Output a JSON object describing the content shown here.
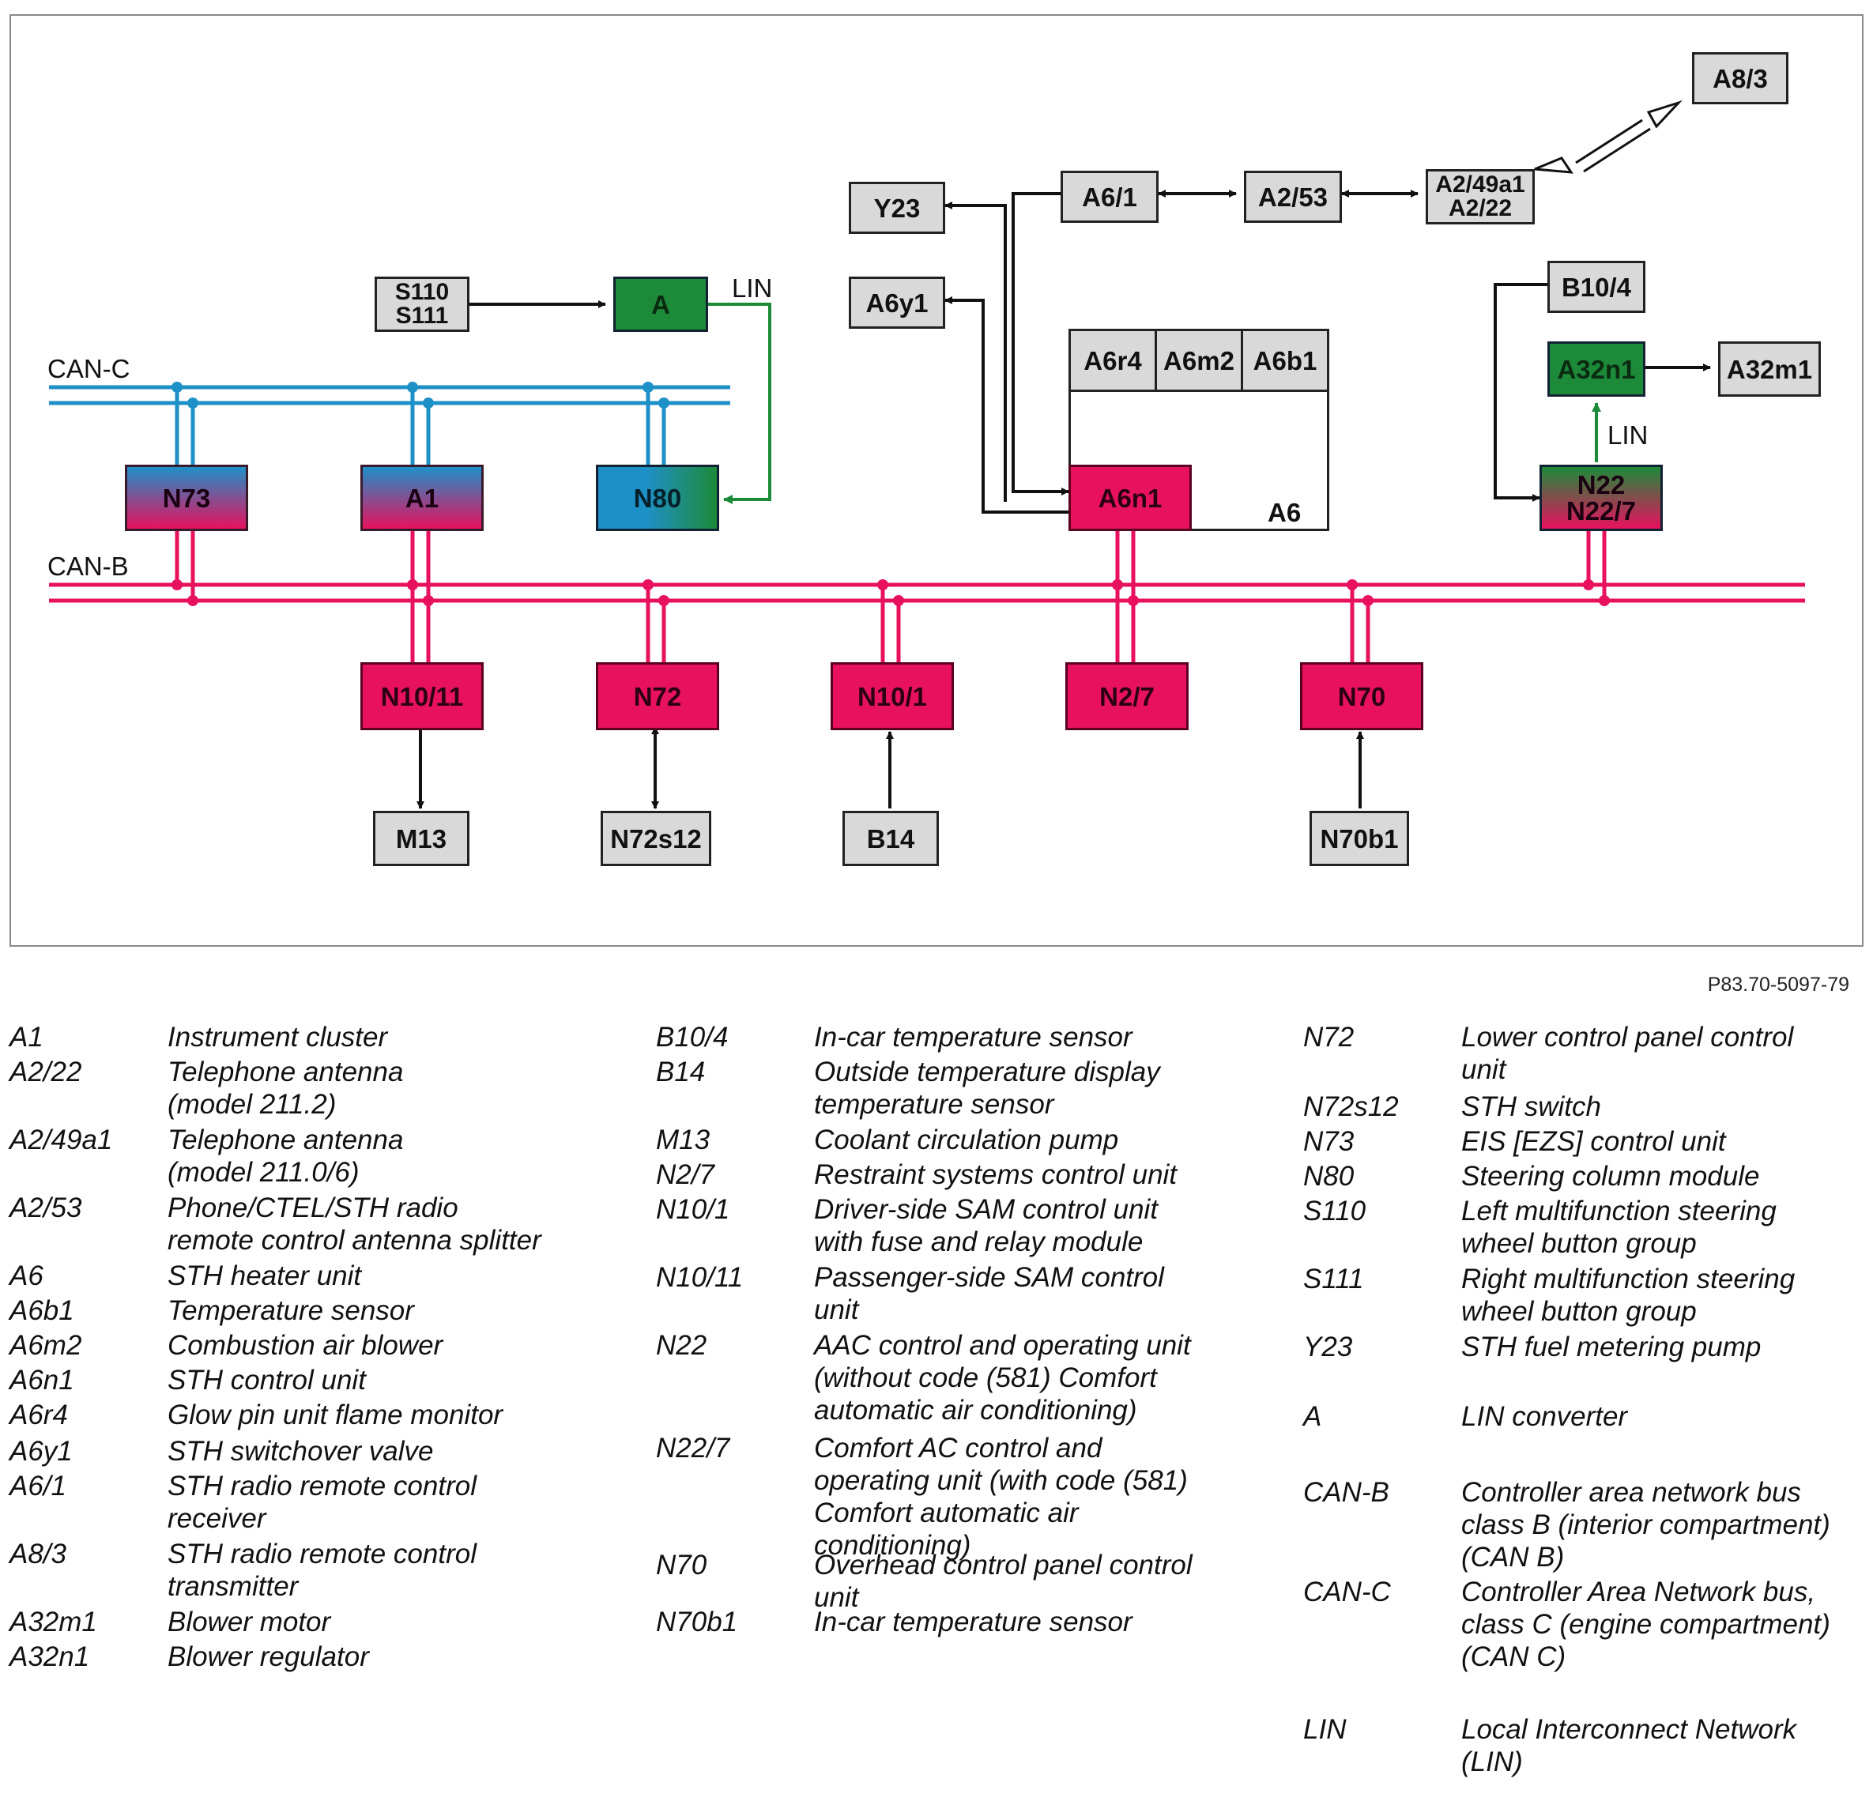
{
  "diagram": {
    "boxes": {
      "a8_3": "A8/3",
      "y23": "Y23",
      "a6_1": "A6/1",
      "a2_53": "A2/53",
      "a2_49a1": "A2/49a1\nA2/22",
      "s110": "S110\nS111",
      "a_lin": "A",
      "a6y1": "A6y1",
      "a6r4": "A6r4",
      "a6m2": "A6m2",
      "a6b1": "A6b1",
      "a6n1": "A6n1",
      "a6": "A6",
      "b10_4": "B10/4",
      "a32n1": "A32n1",
      "a32m1": "A32m1",
      "n73": "N73",
      "a1": "A1",
      "n80": "N80",
      "n22": "N22\nN22/7",
      "n10_11": "N10/11",
      "n72": "N72",
      "n10_1": "N10/1",
      "n2_7": "N2/7",
      "n70": "N70",
      "m13": "M13",
      "n72s12": "N72s12",
      "b14": "B14",
      "n70b1": "N70b1"
    },
    "labels": {
      "can_c": "CAN-C",
      "can_b": "CAN-B",
      "lin_top": "LIN",
      "lin_right": "LIN"
    },
    "colors": {
      "can_c": "#1e90c8",
      "can_b": "#e8115e",
      "lin": "#1d8a3a"
    }
  },
  "ref_code": "P83.70-5097-79",
  "legend": {
    "col1": [
      {
        "code": "A1",
        "desc": "Instrument cluster"
      },
      {
        "code": "A2/22",
        "desc": "Telephone antenna\n(model 211.2)"
      },
      {
        "code": "A2/49a1",
        "desc": "Telephone antenna\n(model 211.0/6)"
      },
      {
        "code": "A2/53",
        "desc": "Phone/CTEL/STH radio\nremote control antenna splitter"
      },
      {
        "code": "A6",
        "desc": "STH heater unit"
      },
      {
        "code": "A6b1",
        "desc": "Temperature sensor"
      },
      {
        "code": "A6m2",
        "desc": "Combustion air blower"
      },
      {
        "code": "A6n1",
        "desc": "STH control unit"
      },
      {
        "code": "A6r4",
        "desc": "Glow pin unit flame monitor"
      },
      {
        "code": "A6y1",
        "desc": "STH switchover valve"
      },
      {
        "code": "A6/1",
        "desc": "STH radio remote control\nreceiver"
      },
      {
        "code": "A8/3",
        "desc": "STH radio remote control\ntransmitter"
      },
      {
        "code": "A32m1",
        "desc": "Blower motor"
      },
      {
        "code": "A32n1",
        "desc": "Blower regulator"
      }
    ],
    "col2": [
      {
        "code": "B10/4",
        "desc": "In-car temperature sensor"
      },
      {
        "code": "B14",
        "desc": "Outside temperature display\ntemperature sensor"
      },
      {
        "code": "M13",
        "desc": "Coolant circulation pump"
      },
      {
        "code": "N2/7",
        "desc": "Restraint systems control unit"
      },
      {
        "code": "N10/1",
        "desc": "Driver-side SAM control unit\nwith fuse and relay module"
      },
      {
        "code": "N10/11",
        "desc": "Passenger-side SAM control\nunit"
      },
      {
        "code": "N22",
        "desc": "AAC control and operating unit\n(without code (581) Comfort\nautomatic air conditioning)"
      },
      {
        "code": "N22/7",
        "desc": "Comfort AC control and\noperating unit (with code (581)\nComfort automatic air\nconditioning)"
      },
      {
        "code": "N70",
        "desc": "Overhead control panel control\nunit"
      },
      {
        "code": "N70b1",
        "desc": "In-car temperature sensor"
      }
    ],
    "col3": [
      {
        "code": "N72",
        "desc": "Lower control panel control\nunit"
      },
      {
        "code": "N72s12",
        "desc": "STH switch"
      },
      {
        "code": "N73",
        "desc": "EIS [EZS] control unit"
      },
      {
        "code": "N80",
        "desc": "Steering column module"
      },
      {
        "code": "S110",
        "desc": "Left multifunction steering\nwheel button group"
      },
      {
        "code": "S111",
        "desc": "Right multifunction steering\nwheel button group"
      },
      {
        "code": "Y23",
        "desc": "STH fuel metering pump"
      },
      {
        "code": "A",
        "desc": "LIN converter"
      },
      {
        "code": "CAN-B",
        "desc": "Controller area network bus\nclass B (interior compartment)\n(CAN B)"
      },
      {
        "code": "CAN-C",
        "desc": "Controller Area Network bus,\nclass C (engine compartment)\n(CAN C)"
      },
      {
        "code": "LIN",
        "desc": "Local Interconnect Network\n(LIN)"
      }
    ]
  }
}
